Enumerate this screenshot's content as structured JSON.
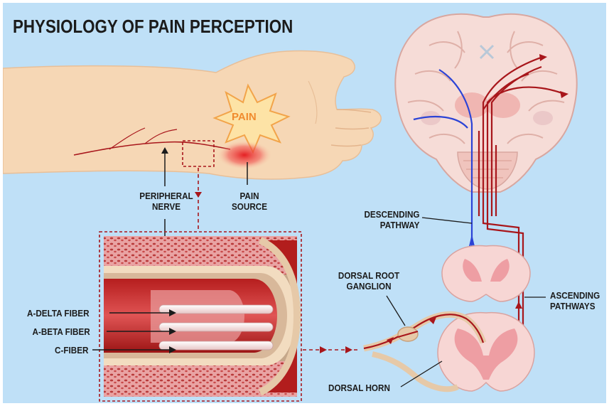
{
  "title": "PHYSIOLOGY OF PAIN PERCEPTION",
  "labels": {
    "pain": "PAIN",
    "peripheral_nerve": [
      "PERIPHERAL",
      "NERVE"
    ],
    "pain_source": [
      "PAIN",
      "SOURCE"
    ],
    "a_delta_fiber": "A-DELTA FIBER",
    "a_beta_fiber": "A-BETA FIBER",
    "c_fiber": "C-FIBER",
    "descending_pathway": [
      "DESCENDING",
      "PATHWAY"
    ],
    "dorsal_root_ganglion": [
      "DORSAL ROOT",
      "GANGLION"
    ],
    "ascending_pathways": [
      "ASCENDING",
      "PATHWAYS"
    ],
    "dorsal_horn": "DORSAL HORN"
  },
  "colors": {
    "background": "#bfe0f7",
    "skin": "#f6d7b5",
    "skin_shadow": "#e8bf98",
    "nerve_red": "#a8161b",
    "pathway_blue": "#2b43d6",
    "pain_burst_fill": "#fde3a6",
    "pain_burst_stroke": "#f2a44a",
    "brain_pink": "#f6dcd7",
    "brain_lobe": "#f0b6b2",
    "spinal_pink": "#f7d6d4",
    "label_text": "#1b1b1b"
  }
}
